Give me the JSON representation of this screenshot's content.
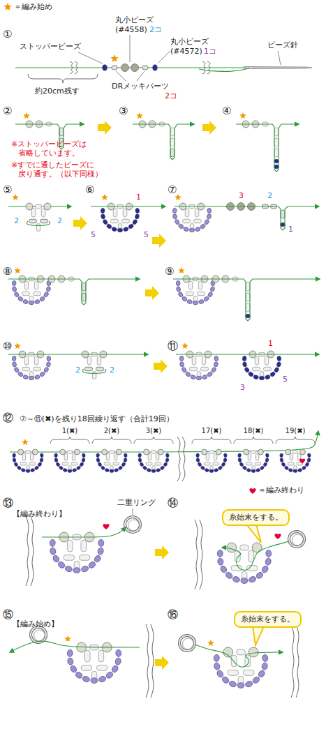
{
  "diagram": {
    "nodes": [
      {
        "text": [
          "糸始末をする。"
        ]
      },
      {
        "text": [
          "糸始末をする。"
        ]
      }
    ],
    "labels": [
      "＝編み始め",
      "①",
      "ストッパービーズ",
      "丸小ビーズ",
      "(#4558)",
      "2コ",
      "丸小ビーズ",
      "(#4572)",
      "1コ",
      "ビーズ針",
      "DRメッキパーツ",
      "2コ",
      "約20cm残す",
      "②",
      "③",
      "④",
      "※ストッパービーズは 省略しています。",
      "※すでに通したビーズに 戻り通す。（以下同様）",
      "⑤",
      "2",
      "2",
      "⑥",
      "1",
      "5",
      "5",
      "⑦",
      "3",
      "2",
      "1",
      "⑧",
      "⑨",
      "⑩",
      "2",
      "2",
      "⑪",
      "1",
      "3",
      "5",
      "⑫",
      "⑦～⑪(✖)を残り18回繰り返す（合計19回）",
      "1(✖)",
      "2(✖)",
      "3(✖)",
      "17(✖)",
      "18(✖)",
      "19(✖)",
      "＝編み終わり",
      "⑬",
      "【編み終わり】",
      "二重リング",
      "⑭",
      "⑮",
      "【編み始め】",
      "⑯"
    ]
  }
}
